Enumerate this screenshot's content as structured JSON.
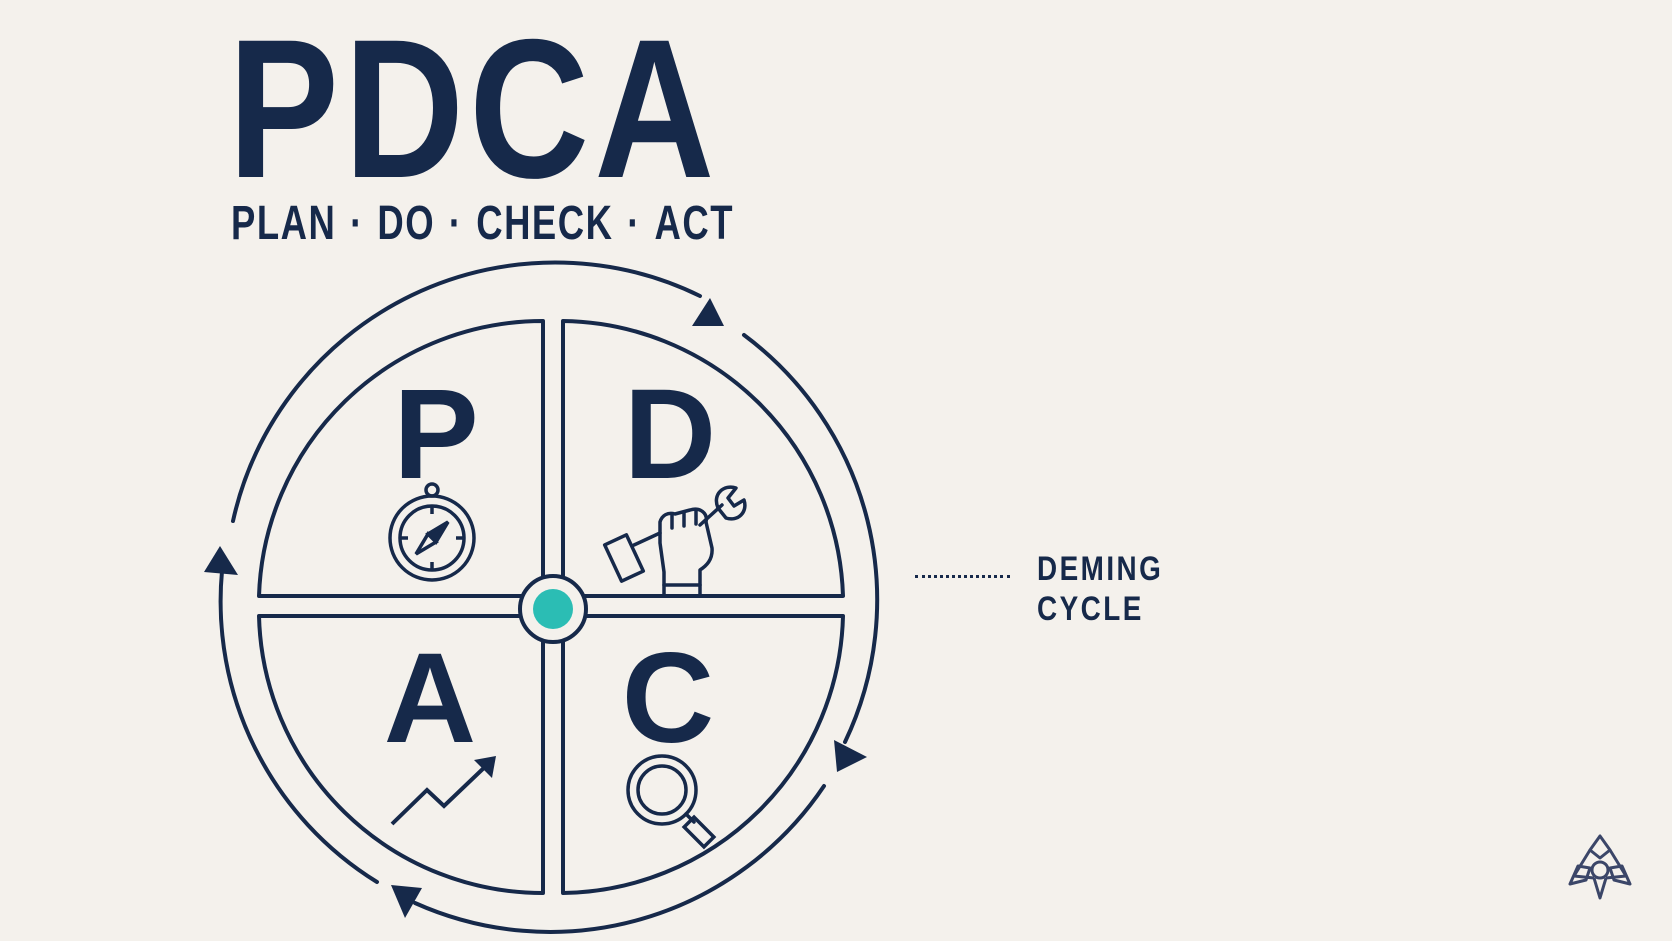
{
  "title": "PDCA",
  "subtitle": {
    "plan": "PLAN",
    "do": "DO",
    "check": "CHECK",
    "act": "ACT",
    "separator": "·"
  },
  "quadrants": [
    {
      "letter": "P",
      "icon": "compass-icon"
    },
    {
      "letter": "D",
      "icon": "wrench-fist-icon"
    },
    {
      "letter": "C",
      "icon": "magnifier-icon"
    },
    {
      "letter": "A",
      "icon": "trend-arrow-icon"
    }
  ],
  "callout": {
    "line1": "DEMING",
    "line2": "CYCLE"
  },
  "colors": {
    "navy": "#16294a",
    "teal": "#2bbdb4",
    "background": "#f4f1ec"
  },
  "logo_icon": "triskelion-logo-icon"
}
